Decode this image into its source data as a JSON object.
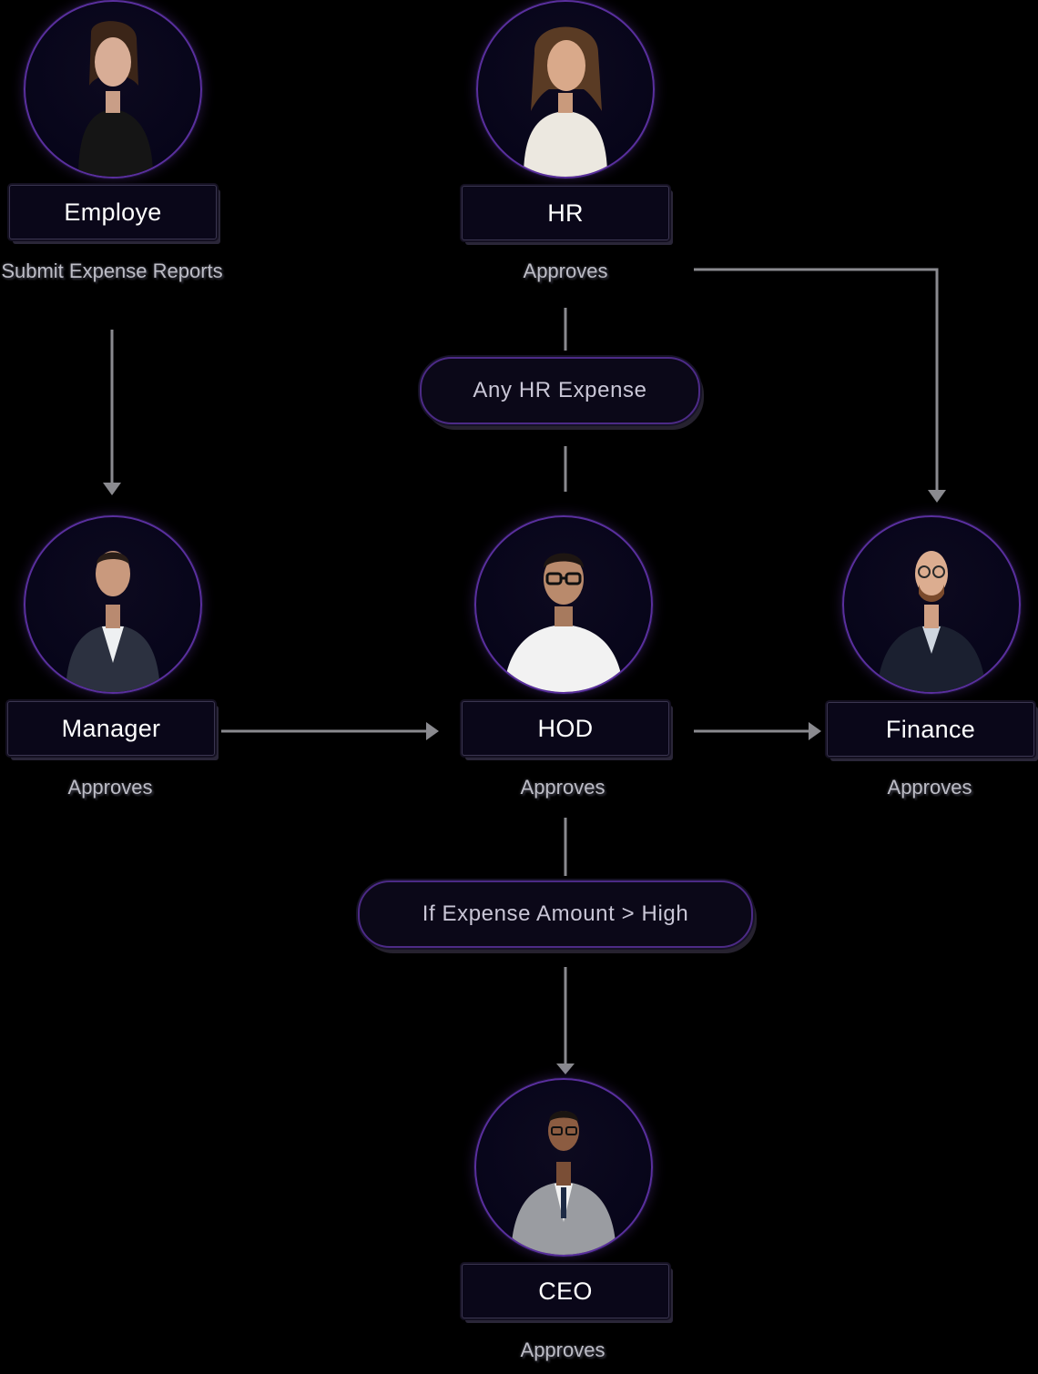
{
  "nodes": {
    "employee": {
      "role": "Employe",
      "caption": "Submit Expense Reports",
      "photo_icon": "person-woman-black-top"
    },
    "hr": {
      "role": "HR",
      "caption": "Approves",
      "photo_icon": "person-woman-white-sweater"
    },
    "manager": {
      "role": "Manager",
      "caption": "Approves",
      "photo_icon": "person-man-suit"
    },
    "hod": {
      "role": "HOD",
      "caption": "Approves",
      "photo_icon": "person-man-glasses-tshirt"
    },
    "finance": {
      "role": "Finance",
      "caption": "Approves",
      "photo_icon": "person-man-glasses-suit"
    },
    "ceo": {
      "role": "CEO",
      "caption": "Approves",
      "photo_icon": "person-man-grey-suit"
    }
  },
  "conditions": {
    "hr_expense": "Any HR Expense",
    "high_amount": "If Expense Amount > High"
  },
  "colors": {
    "background": "#000000",
    "node_fill": "#0a0719",
    "accent_border": "#5a2f9e",
    "connector": "#8a8a8f",
    "role_text": "#ffffff",
    "caption_text": "#bdbdc6"
  }
}
